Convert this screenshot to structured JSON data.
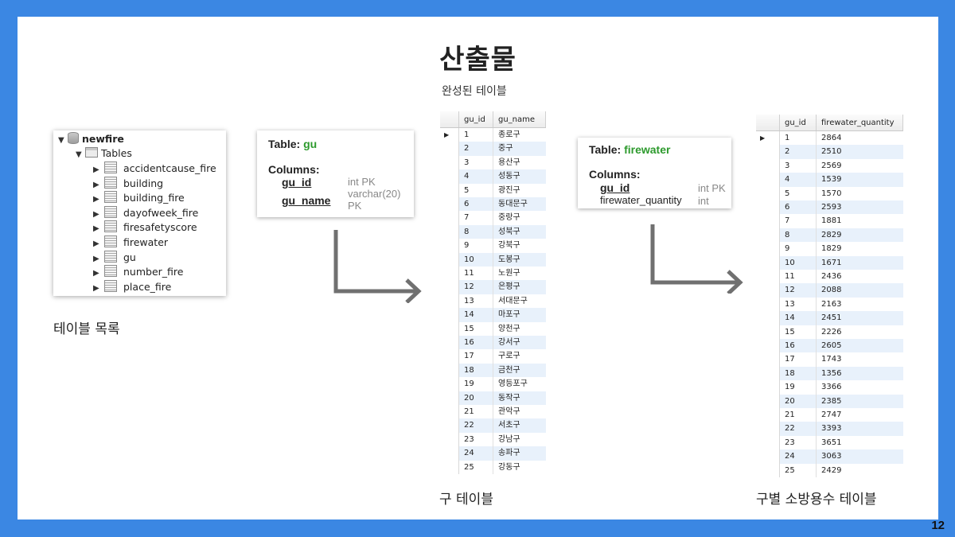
{
  "slide": {
    "title": "산출물",
    "subtitle": "완성된 테이블",
    "page_number": "12"
  },
  "schema_tree": {
    "database": "newfire",
    "folder": "Tables",
    "tables": [
      "accidentcause_fire",
      "building",
      "building_fire",
      "dayofweek_fire",
      "firesafetyscore",
      "firewater",
      "gu",
      "number_fire",
      "place_fire"
    ],
    "caption": "테이블 목록"
  },
  "gu_schema": {
    "table_label": "Table:",
    "table_name": "gu",
    "columns_label": "Columns:",
    "columns": [
      {
        "name": "gu_id",
        "type": "int PK"
      },
      {
        "name": "gu_name",
        "type": "varchar(20) PK"
      }
    ]
  },
  "firewater_schema": {
    "table_label": "Table:",
    "table_name": "firewater",
    "columns_label": "Columns:",
    "columns": [
      {
        "name": "gu_id",
        "type": "int PK"
      },
      {
        "name": "firewater_quantity",
        "type": "int"
      }
    ]
  },
  "gu_table": {
    "headers": [
      "gu_id",
      "gu_name"
    ],
    "rows": [
      [
        "1",
        "종로구"
      ],
      [
        "2",
        "중구"
      ],
      [
        "3",
        "용산구"
      ],
      [
        "4",
        "성동구"
      ],
      [
        "5",
        "광진구"
      ],
      [
        "6",
        "동대문구"
      ],
      [
        "7",
        "중랑구"
      ],
      [
        "8",
        "성북구"
      ],
      [
        "9",
        "강북구"
      ],
      [
        "10",
        "도봉구"
      ],
      [
        "11",
        "노원구"
      ],
      [
        "12",
        "은평구"
      ],
      [
        "13",
        "서대문구"
      ],
      [
        "14",
        "마포구"
      ],
      [
        "15",
        "양천구"
      ],
      [
        "16",
        "강서구"
      ],
      [
        "17",
        "구로구"
      ],
      [
        "18",
        "금천구"
      ],
      [
        "19",
        "영등포구"
      ],
      [
        "20",
        "동작구"
      ],
      [
        "21",
        "관악구"
      ],
      [
        "22",
        "서초구"
      ],
      [
        "23",
        "강남구"
      ],
      [
        "24",
        "송파구"
      ],
      [
        "25",
        "강동구"
      ]
    ],
    "caption": "구 테이블"
  },
  "firewater_table": {
    "headers": [
      "gu_id",
      "firewater_quantity"
    ],
    "rows": [
      [
        "1",
        "2864"
      ],
      [
        "2",
        "2510"
      ],
      [
        "3",
        "2569"
      ],
      [
        "4",
        "1539"
      ],
      [
        "5",
        "1570"
      ],
      [
        "6",
        "2593"
      ],
      [
        "7",
        "1881"
      ],
      [
        "8",
        "2829"
      ],
      [
        "9",
        "1829"
      ],
      [
        "10",
        "1671"
      ],
      [
        "11",
        "2436"
      ],
      [
        "12",
        "2088"
      ],
      [
        "13",
        "2163"
      ],
      [
        "14",
        "2451"
      ],
      [
        "15",
        "2226"
      ],
      [
        "16",
        "2605"
      ],
      [
        "17",
        "1743"
      ],
      [
        "18",
        "1356"
      ],
      [
        "19",
        "3366"
      ],
      [
        "20",
        "2385"
      ],
      [
        "21",
        "2747"
      ],
      [
        "22",
        "3393"
      ],
      [
        "23",
        "3651"
      ],
      [
        "24",
        "3063"
      ],
      [
        "25",
        "2429"
      ]
    ],
    "caption": "구별 소방용수 테이블"
  },
  "colors": {
    "frame": "#3b87e3",
    "row_stripe": "#e8f1fb",
    "table_name": "#2d9a2d",
    "arrow": "#707070"
  },
  "icons": {
    "database": "database-icon",
    "folder": "tables-folder-icon",
    "table": "table-icon",
    "expand": "triangle-expand-icon",
    "row_pointer": "row-pointer-icon"
  }
}
